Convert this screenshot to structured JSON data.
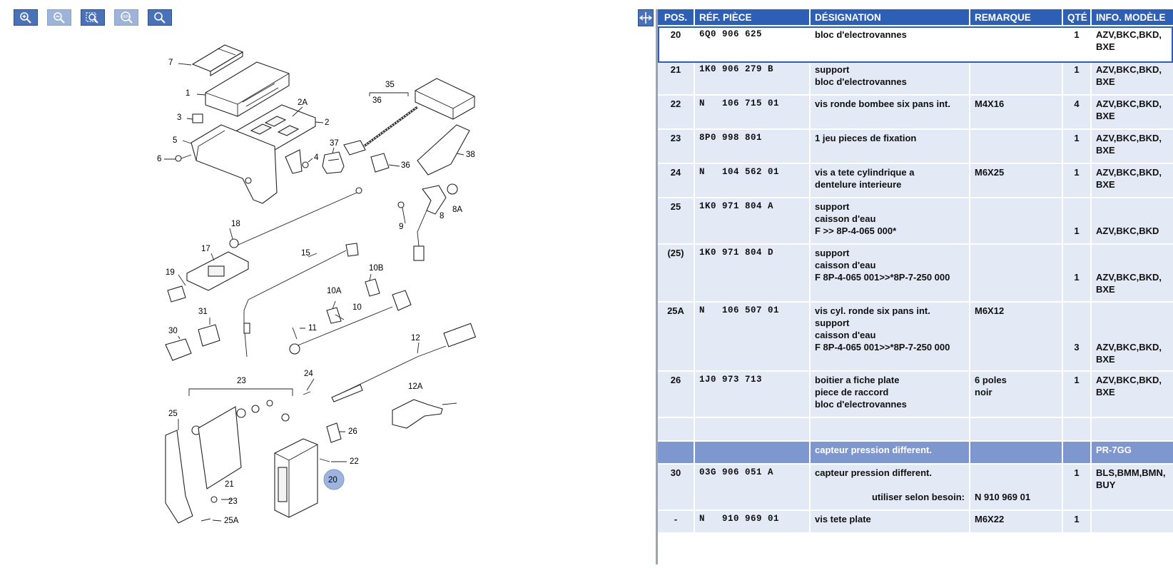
{
  "toolbar": {
    "buttons": [
      {
        "name": "zoom-in-icon",
        "label": "+"
      },
      {
        "name": "zoom-out-icon",
        "label": "-"
      },
      {
        "name": "zoom-fit-icon",
        "label": ""
      },
      {
        "name": "zoom-100-icon",
        "label": "100%"
      },
      {
        "name": "search-icon",
        "label": ""
      }
    ]
  },
  "diagram": {
    "labels": [
      "7",
      "1",
      "2A",
      "3",
      "2",
      "5",
      "6",
      "4",
      "37",
      "35",
      "36",
      "36",
      "38",
      "8",
      "8A",
      "9",
      "18",
      "17",
      "15",
      "19",
      "10B",
      "10A",
      "10",
      "31",
      "11",
      "30",
      "12",
      "23",
      "24",
      "25",
      "12A",
      "26",
      "22",
      "21",
      "23",
      "20",
      "25A"
    ]
  },
  "table": {
    "headers": {
      "pos": "POS.",
      "ref": "RÉF. PIÈCE",
      "designation": "DÉSIGNATION",
      "remarque": "REMARQUE",
      "qte": "QTÉ",
      "info": "INFO. MODÈLE"
    },
    "rows": [
      {
        "pos": "20",
        "ref": "6Q0 906 625",
        "des": [
          "bloc d'electrovannes"
        ],
        "rem": [],
        "qte": "1",
        "qte_pad": 0,
        "info": [
          "AZV,BKC,BKD,",
          "BXE"
        ],
        "info_pad": 0,
        "selected": true
      },
      {
        "pos": "21",
        "ref": "1K0 906 279 B",
        "des": [
          "support",
          "bloc d'electrovannes"
        ],
        "rem": [],
        "qte": "1",
        "qte_pad": 0,
        "info": [
          "AZV,BKC,BKD,",
          "BXE"
        ],
        "info_pad": 0
      },
      {
        "pos": "22",
        "ref": "N   106 715 01",
        "des": [
          "vis ronde bombee six pans int."
        ],
        "rem": [
          "M4X16"
        ],
        "qte": "4",
        "qte_pad": 0,
        "info": [
          "AZV,BKC,BKD,",
          "BXE"
        ],
        "info_pad": 0
      },
      {
        "pos": "23",
        "ref": "8P0 998 801",
        "des": [
          "1 jeu pieces de fixation"
        ],
        "rem": [],
        "qte": "1",
        "qte_pad": 0,
        "info": [
          "AZV,BKC,BKD,",
          "BXE"
        ],
        "info_pad": 0
      },
      {
        "pos": "24",
        "ref": "N   104 562 01",
        "des": [
          "vis a tete cylindrique a",
          "dentelure interieure"
        ],
        "rem": [
          "M6X25"
        ],
        "qte": "1",
        "qte_pad": 0,
        "info": [
          "AZV,BKC,BKD,",
          "BXE"
        ],
        "info_pad": 0
      },
      {
        "pos": "25",
        "ref": "1K0 971 804 A",
        "des": [
          "support",
          "caisson d'eau",
          "F             >> 8P-4-065 000*"
        ],
        "rem": [],
        "qte": "1",
        "qte_pad": 2,
        "info": [
          "AZV,BKC,BKD"
        ],
        "info_pad": 2
      },
      {
        "pos": "(25)",
        "ref": "1K0 971 804 D",
        "des": [
          "support",
          "caisson d'eau",
          "F 8P-4-065 001>>*8P-7-250 000"
        ],
        "rem": [],
        "qte": "1",
        "qte_pad": 2,
        "info": [
          "AZV,BKC,BKD,",
          "BXE"
        ],
        "info_pad": 2
      },
      {
        "pos": "25A",
        "ref": "N   106 507 01",
        "des": [
          "vis cyl. ronde six pans int.",
          "support",
          "caisson d'eau",
          "F 8P-4-065 001>>*8P-7-250 000"
        ],
        "rem": [
          "M6X12"
        ],
        "qte": "3",
        "qte_pad": 3,
        "info": [
          "AZV,BKC,BKD,",
          "BXE"
        ],
        "info_pad": 3
      },
      {
        "pos": "26",
        "ref": "1J0 973 713",
        "des": [
          "boitier a fiche plate",
          "piece de raccord",
          "bloc d'electrovannes"
        ],
        "rem": [
          "6 poles",
          "noir"
        ],
        "qte": "1",
        "qte_pad": 0,
        "info": [
          "AZV,BKC,BKD,",
          "BXE"
        ],
        "info_pad": 0
      },
      {
        "pos": "",
        "ref": "",
        "des": [],
        "rem": [],
        "qte": "",
        "qte_pad": 0,
        "info": [],
        "info_pad": 0,
        "empty": true
      },
      {
        "pos": "",
        "ref": "",
        "des": [
          "capteur pression different."
        ],
        "rem": [],
        "qte": "",
        "qte_pad": 0,
        "info": [
          "PR-7GG"
        ],
        "info_pad": 0,
        "group": true
      },
      {
        "pos": "30",
        "ref": "03G 906 051 A",
        "des": [
          "capteur pression different.",
          "",
          "utiliser selon besoin:"
        ],
        "rem": [
          "",
          "",
          "N  910 969 01"
        ],
        "qte": "1",
        "qte_pad": 0,
        "info": [
          "BLS,BMM,BMN,",
          "BUY"
        ],
        "info_pad": 0,
        "des_last_right": true
      },
      {
        "pos": "-",
        "ref": "N   910 969 01",
        "des": [
          "vis tete plate"
        ],
        "rem": [
          "M6X22"
        ],
        "qte": "1",
        "qte_pad": 0,
        "info": [],
        "info_pad": 0
      }
    ]
  }
}
